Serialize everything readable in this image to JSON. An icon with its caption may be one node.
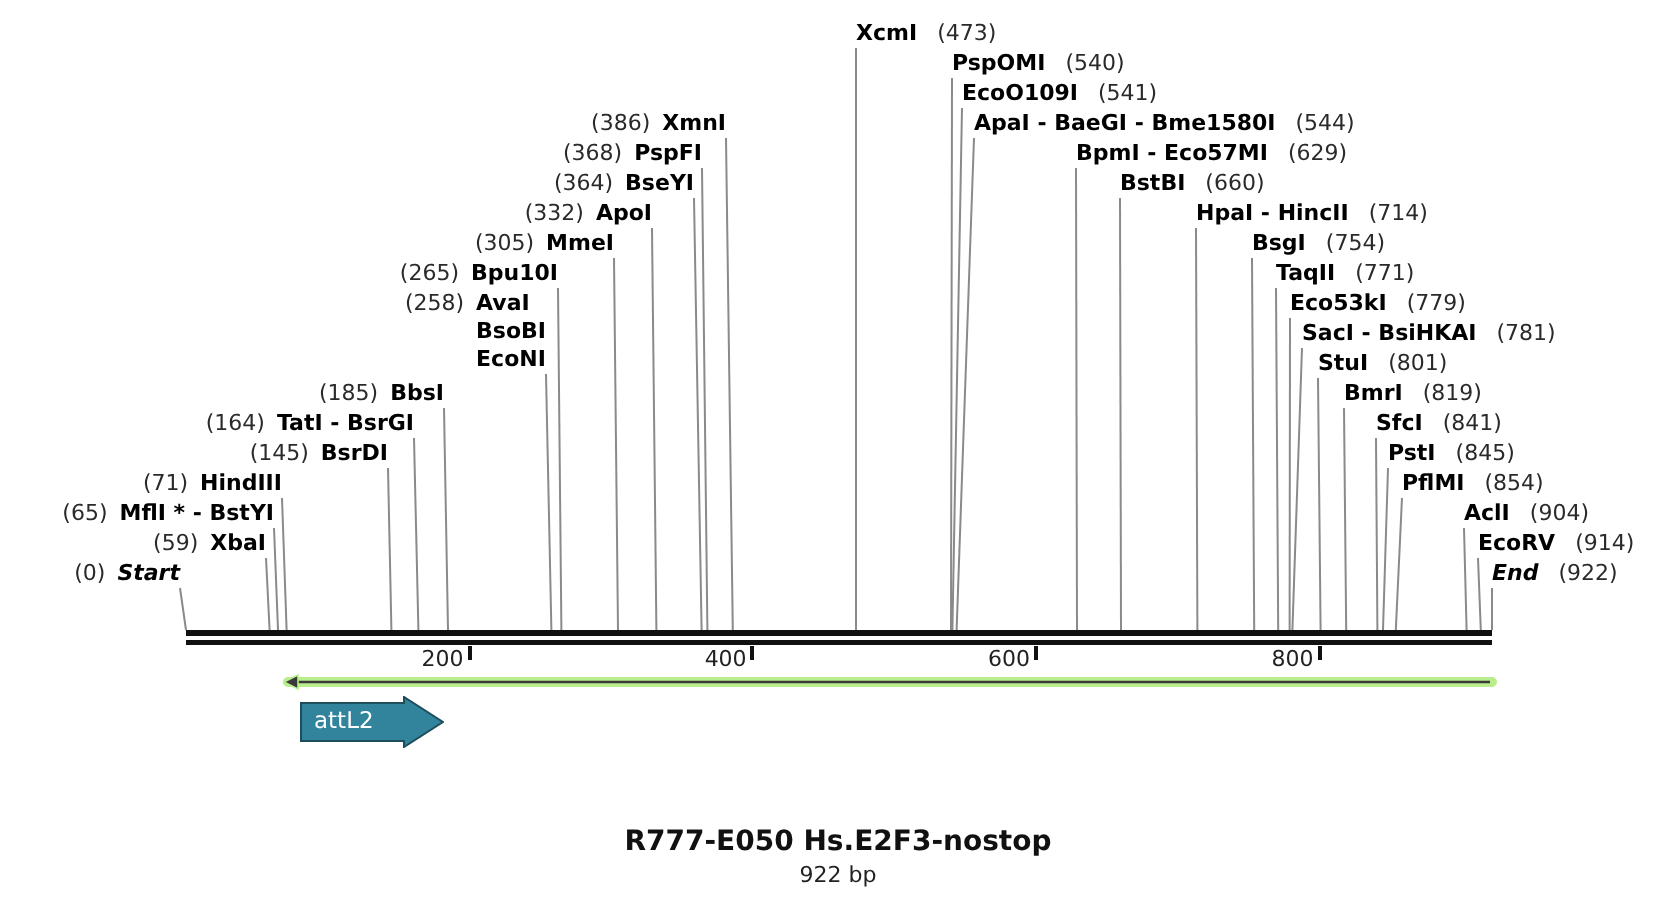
{
  "diagram": {
    "title": "R777-E050 Hs.E2F3-nostop",
    "caption": "922 bp",
    "nodes": [
      {
        "text": [
          "(0)",
          "Start"
        ]
      },
      {
        "text": [
          "(59)",
          "XbaI"
        ]
      },
      {
        "text": [
          "(65)",
          "MflI * - BstYI"
        ]
      },
      {
        "text": [
          "(71)",
          "HindIII"
        ]
      },
      {
        "text": [
          "(145)",
          "BsrDI"
        ]
      },
      {
        "text": [
          "(164)",
          "TatI - BsrGI"
        ]
      },
      {
        "text": [
          "(185)",
          "BbsI"
        ]
      },
      {
        "text": [
          "(258)",
          "AvaI",
          "BsoBI",
          "EcoNI"
        ]
      },
      {
        "text": [
          "(265)",
          "Bpu10I"
        ]
      },
      {
        "text": [
          "(305)",
          "MmeI"
        ]
      },
      {
        "text": [
          "(332)",
          "ApoI"
        ]
      },
      {
        "text": [
          "(364)",
          "BseYI"
        ]
      },
      {
        "text": [
          "(368)",
          "PspFI"
        ]
      },
      {
        "text": [
          "(386)",
          "XmnI"
        ]
      },
      {
        "text": [
          "XcmI",
          "(473)"
        ]
      },
      {
        "text": [
          "PspOMI",
          "(540)"
        ]
      },
      {
        "text": [
          "EcoO109I",
          "(541)"
        ]
      },
      {
        "text": [
          "ApaI - BaeGI - Bme1580I",
          "(544)"
        ]
      },
      {
        "text": [
          "BpmI - Eco57MI",
          "(629)"
        ]
      },
      {
        "text": [
          "BstBI",
          "(660)"
        ]
      },
      {
        "text": [
          "HpaI - HincII",
          "(714)"
        ]
      },
      {
        "text": [
          "BsgI",
          "(754)"
        ]
      },
      {
        "text": [
          "TaqII",
          "(771)"
        ]
      },
      {
        "text": [
          "Eco53kI",
          "(779)"
        ]
      },
      {
        "text": [
          "SacI - BsiHKAI",
          "(781)"
        ]
      },
      {
        "text": [
          "StuI",
          "(801)"
        ]
      },
      {
        "text": [
          "BmrI",
          "(819)"
        ]
      },
      {
        "text": [
          "SfcI",
          "(841)"
        ]
      },
      {
        "text": [
          "PstI",
          "(845)"
        ]
      },
      {
        "text": [
          "PflMI",
          "(854)"
        ]
      },
      {
        "text": [
          "AclI",
          "(904)"
        ]
      },
      {
        "text": [
          "EcoRV",
          "(914)"
        ]
      },
      {
        "text": [
          "End",
          "(922)"
        ]
      },
      {
        "text": [],
        "shape": "bar"
      },
      {
        "text": [
          "attL2"
        ]
      }
    ],
    "edges": [
      {
        "from": 0,
        "to": 33,
        "arrow": "none"
      },
      {
        "from": 1,
        "to": 33,
        "arrow": "none"
      },
      {
        "from": 2,
        "to": 33,
        "arrow": "none"
      },
      {
        "from": 3,
        "to": 33,
        "arrow": "none"
      },
      {
        "from": 4,
        "to": 33,
        "arrow": "none"
      },
      {
        "from": 5,
        "to": 33,
        "arrow": "none"
      },
      {
        "from": 6,
        "to": 33,
        "arrow": "none"
      },
      {
        "from": 7,
        "to": 33,
        "arrow": "none"
      },
      {
        "from": 8,
        "to": 33,
        "arrow": "none"
      },
      {
        "from": 9,
        "to": 33,
        "arrow": "none"
      },
      {
        "from": 10,
        "to": 33,
        "arrow": "none"
      },
      {
        "from": 11,
        "to": 33,
        "arrow": "none"
      },
      {
        "from": 12,
        "to": 33,
        "arrow": "none"
      },
      {
        "from": 13,
        "to": 33,
        "arrow": "none"
      },
      {
        "from": 14,
        "to": 33,
        "arrow": "none"
      },
      {
        "from": 15,
        "to": 33,
        "arrow": "none"
      },
      {
        "from": 16,
        "to": 33,
        "arrow": "none"
      },
      {
        "from": 17,
        "to": 33,
        "arrow": "none"
      },
      {
        "from": 18,
        "to": 33,
        "arrow": "none"
      },
      {
        "from": 19,
        "to": 33,
        "arrow": "none"
      },
      {
        "from": 20,
        "to": 33,
        "arrow": "none"
      },
      {
        "from": 21,
        "to": 33,
        "arrow": "none"
      },
      {
        "from": 22,
        "to": 33,
        "arrow": "none"
      },
      {
        "from": 23,
        "to": 33,
        "arrow": "none"
      },
      {
        "from": 24,
        "to": 33,
        "arrow": "none"
      },
      {
        "from": 25,
        "to": 33,
        "arrow": "none"
      },
      {
        "from": 26,
        "to": 33,
        "arrow": "none"
      },
      {
        "from": 27,
        "to": 33,
        "arrow": "none"
      },
      {
        "from": 28,
        "to": 33,
        "arrow": "none"
      },
      {
        "from": 29,
        "to": 33,
        "arrow": "none"
      },
      {
        "from": 30,
        "to": 33,
        "arrow": "none"
      },
      {
        "from": 31,
        "to": 33,
        "arrow": "none"
      },
      {
        "from": 32,
        "to": 33,
        "arrow": "none"
      }
    ],
    "labels": [
      "200",
      "400",
      "600",
      "800"
    ]
  }
}
